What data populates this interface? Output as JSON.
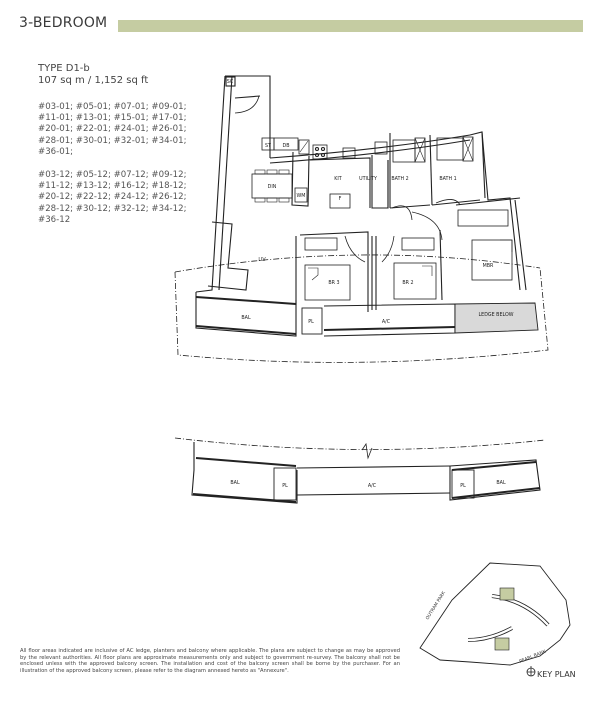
{
  "header": {
    "title": "3-BEDROOM",
    "bar_color": "#c5cca2"
  },
  "unit_type": {
    "type_label": "TYPE D1-b",
    "area": "107 sq m / 1,152 sq ft"
  },
  "unit_numbers": {
    "group_01": [
      "#03-01;  #05-01;  #07-01;  #09-01;",
      "#11-01;  #13-01;  #15-01;  #17-01;",
      "#20-01;  #22-01;  #24-01;  #26-01;",
      "#28-01;  #30-01;  #32-01;  #34-01;",
      "#36-01;"
    ],
    "group_12": [
      "#03-12;  #05-12;  #07-12;  #09-12;",
      "#11-12;  #13-12;  #16-12;  #18-12;",
      "#20-12;  #22-12;  #24-12;  #26-12;",
      "#28-12;  #30-12;  #32-12;  #34-12;",
      "#36-12"
    ]
  },
  "floor_plan": {
    "rooms": {
      "sc": "SC",
      "st": "ST",
      "db": "DB",
      "din": "DIN",
      "wm": "WM",
      "kit": "KIT",
      "utility": "UTILITY",
      "bath2": "BATH 2",
      "bath1": "BATH 1",
      "liv": "LIV",
      "br3": "BR 3",
      "br2": "BR 2",
      "mbr": "MBR",
      "bal": "BAL",
      "pl": "PL",
      "ac": "A/C",
      "ledge": "LEDGE BELOW",
      "f": "F"
    },
    "ledge_color": "#d9d9d9",
    "alt_plan": {
      "bal_left": "BAL",
      "pl_left": "PL",
      "ac": "A/C",
      "pl_right": "PL",
      "bal_right": "BAL"
    }
  },
  "key_plan": {
    "label": "KEY PLAN",
    "road1": "OUTRAM PARK",
    "road2": "PEARL BANK",
    "highlight_color": "#c5cca2"
  },
  "disclaimer": "All floor areas indicated are inclusive of AC ledge, planters and balcony where applicable. The plans are subject to change as may be approved by the relevant authorities. All floor plans are approximate measurements only and subject to government re-survey. The balcony shall not be enclosed unless with the approved balcony screen. The installation and cost of the balcony screen shall be borne by the purchaser. For an illustration of the approved balcony screen, please refer to the diagram annexed hereto as \"Annexure\"."
}
